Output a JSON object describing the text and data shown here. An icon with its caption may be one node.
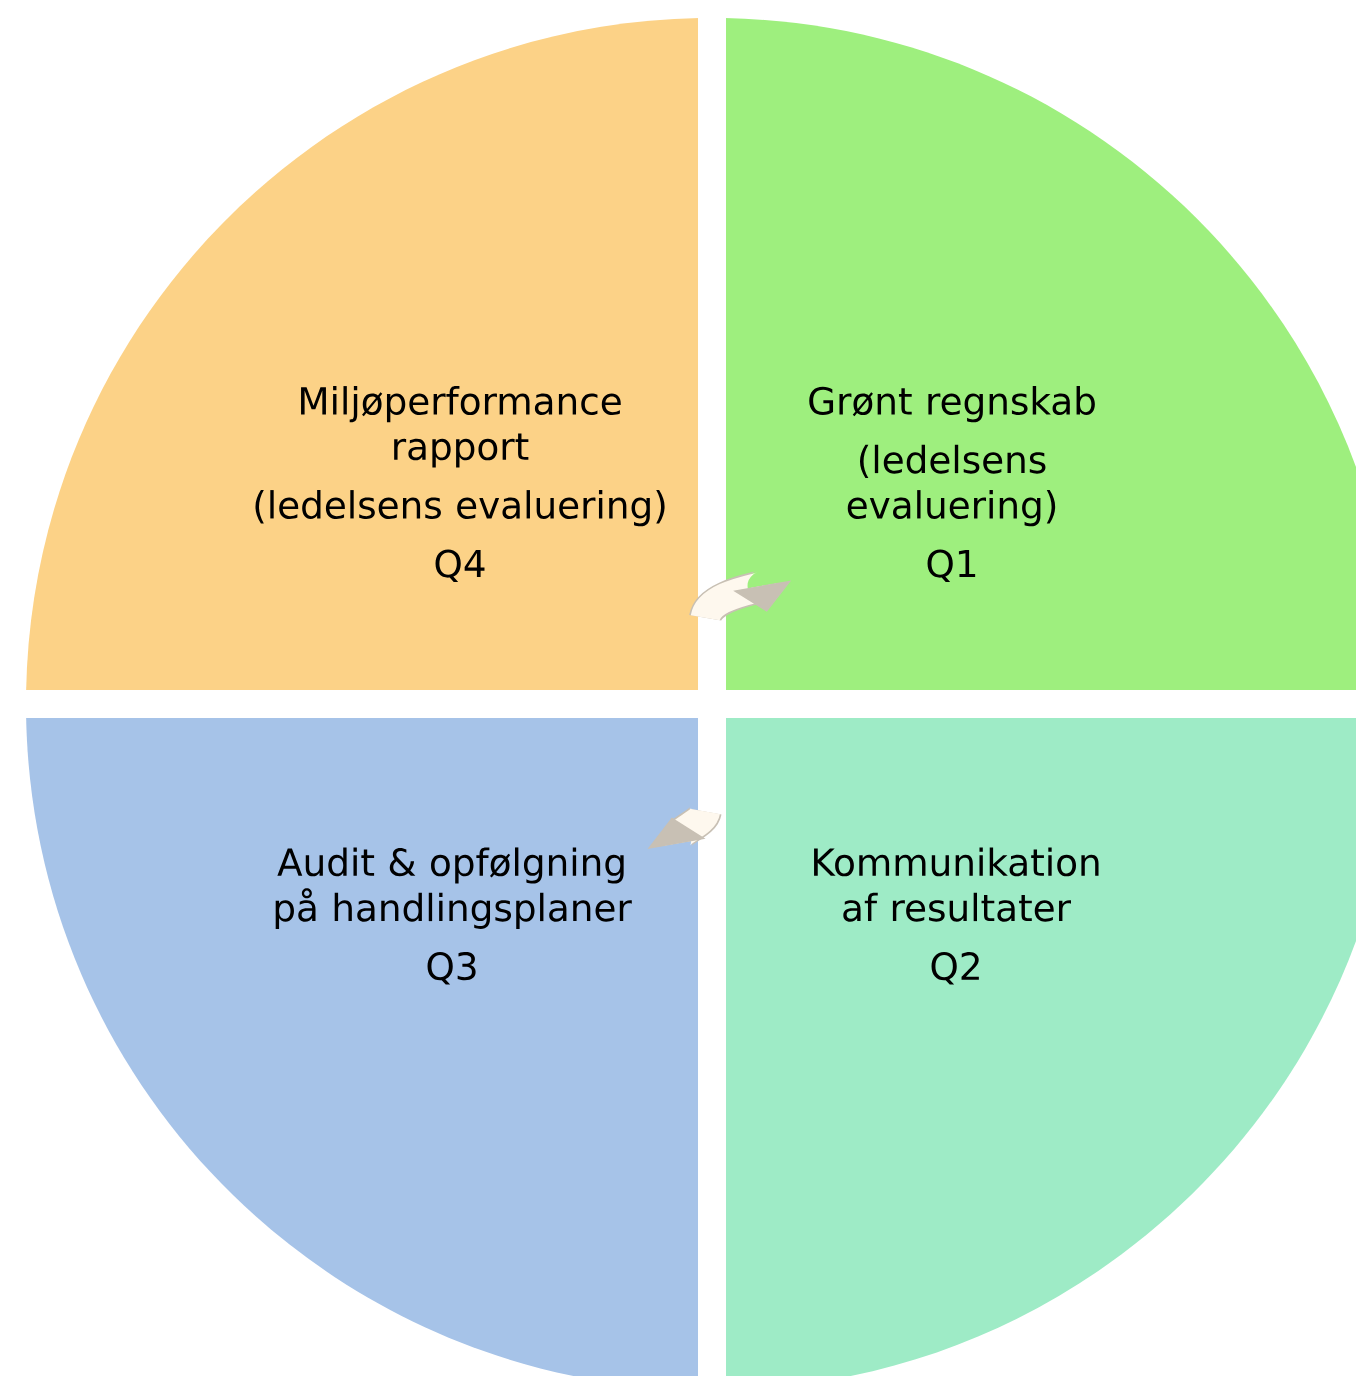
{
  "diagram": {
    "nodes": [
      {
        "text": [
          "Miljøperformance rapport",
          "(ledelsens evaluering)",
          "Q4"
        ]
      },
      {
        "text": [
          "Grønt regnskab",
          "(ledelsens evaluering)",
          "Q1"
        ]
      },
      {
        "text": [
          "Audit & opfølgning på handlingsplaner",
          "Q3"
        ]
      },
      {
        "text": [
          "Kommunikation af resultater",
          "Q2"
        ]
      }
    ],
    "edges": [
      {
        "from": 0,
        "to": 1,
        "arrow": "to"
      },
      {
        "from": 3,
        "to": 2,
        "arrow": "to"
      }
    ]
  }
}
